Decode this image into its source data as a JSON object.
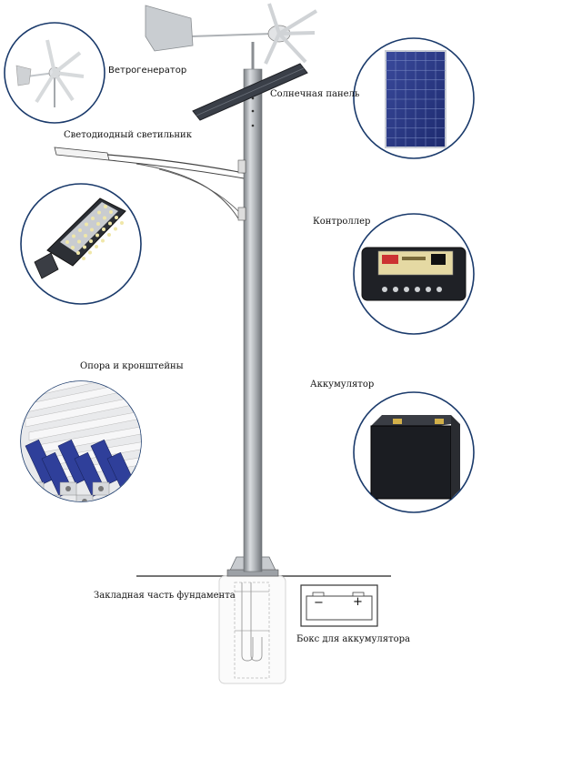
{
  "labels": {
    "wind_generator": "Ветрогенератор",
    "solar_panel": "Солнечная панель",
    "led_lamp": "Светодиодный светильник",
    "controller": "Контроллер",
    "pole_brackets": "Опора и кронштейны",
    "battery": "Аккумулятор",
    "foundation": "Закладная часть фундамента",
    "battery_box": "Бокс для аккумулятора"
  },
  "battery_box_symbols": {
    "minus": "−",
    "plus": "+"
  },
  "colors": {
    "circle_border": "#1a3a6b",
    "pole": "#9a9ea3",
    "solar_cell": "#2d3f8f",
    "battery_body": "#1b1d22",
    "controller_body": "#1f2126",
    "pole_blue": "#2f3f9a",
    "ground_line": "#222222"
  }
}
